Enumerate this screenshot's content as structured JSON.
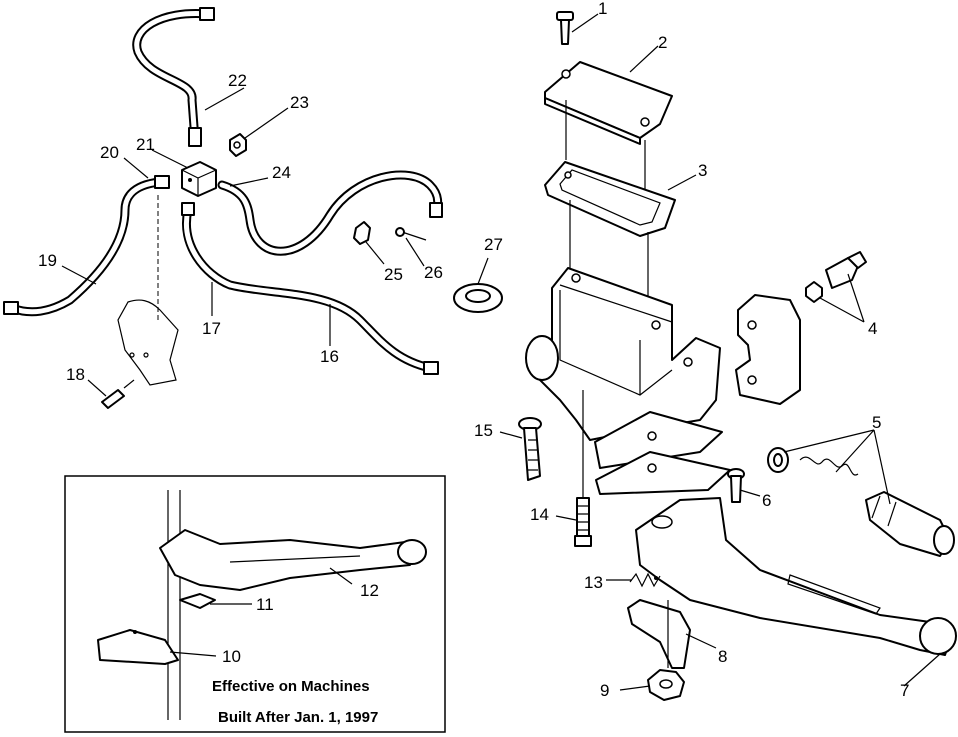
{
  "callouts": [
    "1",
    "2",
    "3",
    "4",
    "5",
    "6",
    "7",
    "8",
    "9",
    "10",
    "11",
    "12",
    "13",
    "14",
    "15",
    "16",
    "17",
    "18",
    "19",
    "20",
    "21",
    "22",
    "23",
    "24",
    "25",
    "26",
    "27"
  ],
  "inset": {
    "note_line1": "Effective on Machines",
    "note_line2": "Built After Jan. 1, 1997"
  },
  "colors": {
    "ink": "#000000",
    "paper": "#ffffff"
  }
}
